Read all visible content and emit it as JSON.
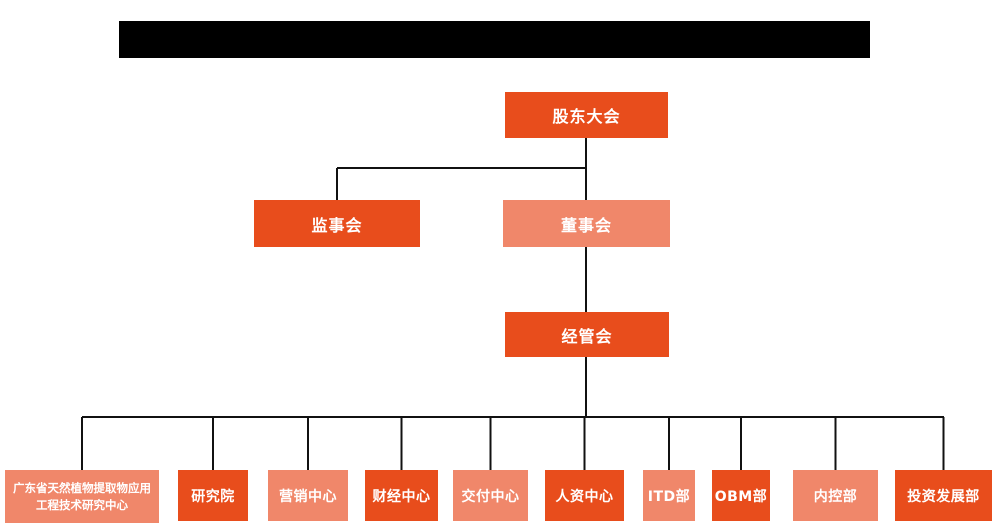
{
  "colors": {
    "node_primary": "#E84D1C",
    "node_secondary": "#F0876A",
    "connector": "#111111",
    "node_text": "#ffffff",
    "title_bar": "#000000"
  },
  "org_chart": {
    "nodes": {
      "shareholders_meeting": "股东大会",
      "supervisory_board": "监事会",
      "board_of_directors": "董事会",
      "management_committee": "经管会"
    },
    "departments": [
      {
        "label": "广东省天然植物提取物应用工程技术研究中心"
      },
      {
        "label": "研究院"
      },
      {
        "label": "营销中心"
      },
      {
        "label": "财经中心"
      },
      {
        "label": "交付中心"
      },
      {
        "label": "人资中心"
      },
      {
        "label": "ITD部"
      },
      {
        "label": "OBM部"
      },
      {
        "label": "内控部"
      },
      {
        "label": "投资发展部"
      }
    ]
  }
}
